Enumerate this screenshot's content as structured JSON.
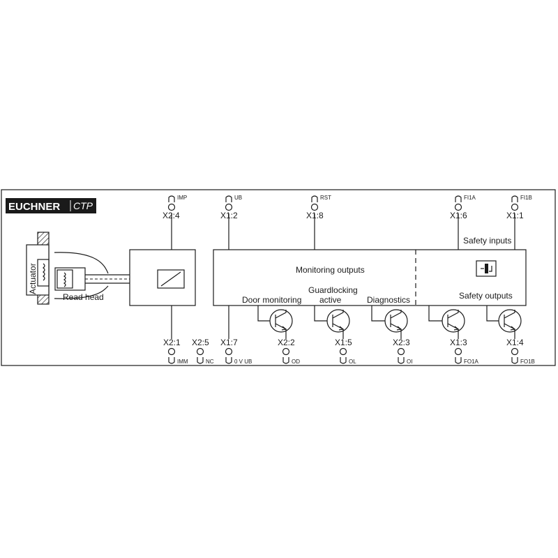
{
  "logo": {
    "brand": "EUCHNER",
    "product": "CTP"
  },
  "labels": {
    "actuator": "Actuator",
    "read_head": "Read head",
    "monitoring_outputs": "Monitoring outputs",
    "safety_inputs": "Safety inputs",
    "safety_outputs": "Safety outputs",
    "door_monitoring": "Door monitoring",
    "guardlocking_line1": "Guardlocking",
    "guardlocking_line2": "active",
    "diagnostics": "Diagnostics"
  },
  "top_terminals": [
    {
      "pin": "X2:4",
      "signal": "IMP"
    },
    {
      "pin": "X1:2",
      "signal": "UB"
    },
    {
      "pin": "X1:8",
      "signal": "RST"
    },
    {
      "pin": "X1:6",
      "signal": "FI1A"
    },
    {
      "pin": "X1:1",
      "signal": "FI1B"
    }
  ],
  "bottom_terminals": [
    {
      "pin": "X2:1",
      "signal": "IMM"
    },
    {
      "pin": "X2:5",
      "signal": "NC"
    },
    {
      "pin": "X1:7",
      "signal": "0 V UB"
    },
    {
      "pin": "X2:2",
      "signal": "OD"
    },
    {
      "pin": "X1:5",
      "signal": "OL"
    },
    {
      "pin": "X2:3",
      "signal": "OI"
    },
    {
      "pin": "X1:3",
      "signal": "FO1A"
    },
    {
      "pin": "X1:4",
      "signal": "FO1B"
    }
  ],
  "colors": {
    "line": "#1a1a1a",
    "logo_bg": "#1a1a1a",
    "background": "#ffffff"
  }
}
